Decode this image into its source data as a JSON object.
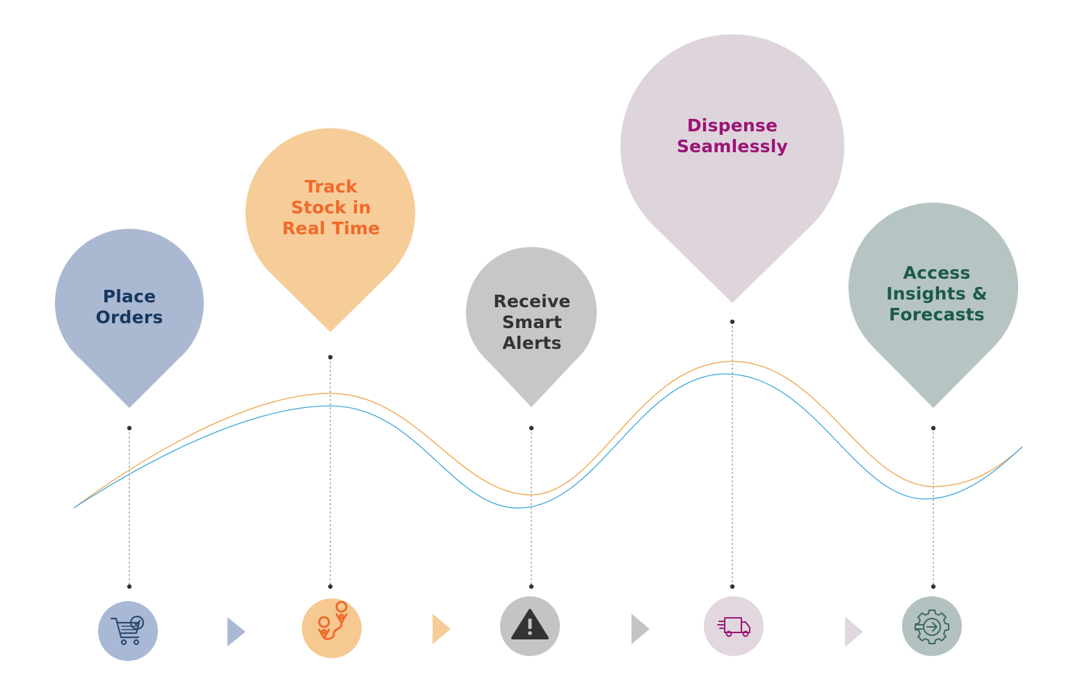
{
  "steps": [
    {
      "label_lines": [
        "Place",
        "Orders"
      ],
      "fill": "#aab8d2",
      "text_color": "#16375e",
      "icon_bg": "#a9b8d4",
      "icon_color": "#2d4a70",
      "icon": "shopping-cart-check-icon",
      "arrow_color": "#a9b8d4"
    },
    {
      "label_lines": [
        "Track",
        "Stock in",
        "Real Time"
      ],
      "fill": "#f6cd98",
      "text_color": "#f2692b",
      "icon_bg": "#f6c992",
      "icon_color": "#ef6a2b",
      "icon": "route-pins-icon",
      "arrow_color": "#f6cd98"
    },
    {
      "label_lines": [
        "Receive",
        "Smart",
        "Alerts"
      ],
      "fill": "#c7c7c7",
      "text_color": "#333333",
      "icon_bg": "#c4c4c4",
      "icon_color": "#333333",
      "icon": "warning-triangle-icon",
      "arrow_color": "#c4c4c4"
    },
    {
      "label_lines": [
        "Dispense",
        "Seamlessly"
      ],
      "fill": "#ded4dc",
      "text_color": "#9a1575",
      "icon_bg": "#e2d7df",
      "icon_color": "#9a1575",
      "icon": "delivery-truck-icon",
      "arrow_color": "#e2d7df"
    },
    {
      "label_lines": [
        "Access",
        "Insights &",
        "Forecasts"
      ],
      "fill": "#b6c5c3",
      "text_color": "#1c5a4c",
      "icon_bg": "#b3c2c0",
      "icon_color": "#3e6864",
      "icon": "gear-arrow-icon"
    }
  ],
  "wave_colors": {
    "orange": "#f0a040",
    "blue": "#3aa6dc"
  },
  "guide_color": "#444444"
}
